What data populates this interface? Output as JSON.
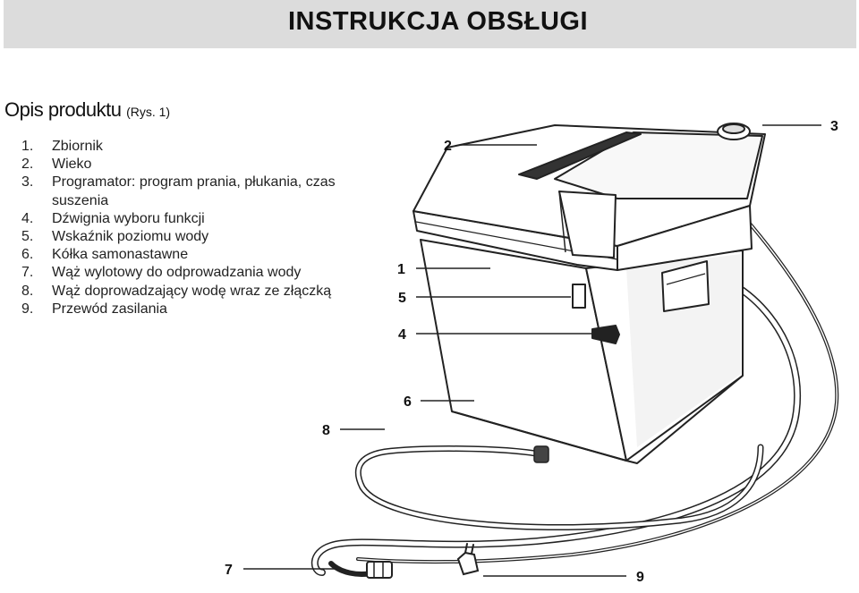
{
  "header": {
    "title": "INSTRUKCJA OBSŁUGI"
  },
  "section": {
    "heading": "Opis produktu",
    "figure_ref": "(Rys. 1)"
  },
  "parts": [
    {
      "num": "1.",
      "label": "Zbiornik"
    },
    {
      "num": "2.",
      "label": "Wieko"
    },
    {
      "num": "3.",
      "label": "Programator: program prania, płukania, czas suszenia"
    },
    {
      "num": "4.",
      "label": "Dźwignia wyboru funkcji"
    },
    {
      "num": "5.",
      "label": "Wskaźnik poziomu wody"
    },
    {
      "num": "6.",
      "label": "Kółka samonastawne"
    },
    {
      "num": "7.",
      "label": "Wąż wylotowy do odprowadzania wody"
    },
    {
      "num": "8.",
      "label": "Wąż doprowadzający wodę wraz ze złączką"
    },
    {
      "num": "9.",
      "label": "Przewód zasilania"
    }
  ],
  "figure": {
    "callouts": [
      "1",
      "2",
      "3",
      "4",
      "5",
      "6",
      "7",
      "8",
      "9"
    ]
  }
}
